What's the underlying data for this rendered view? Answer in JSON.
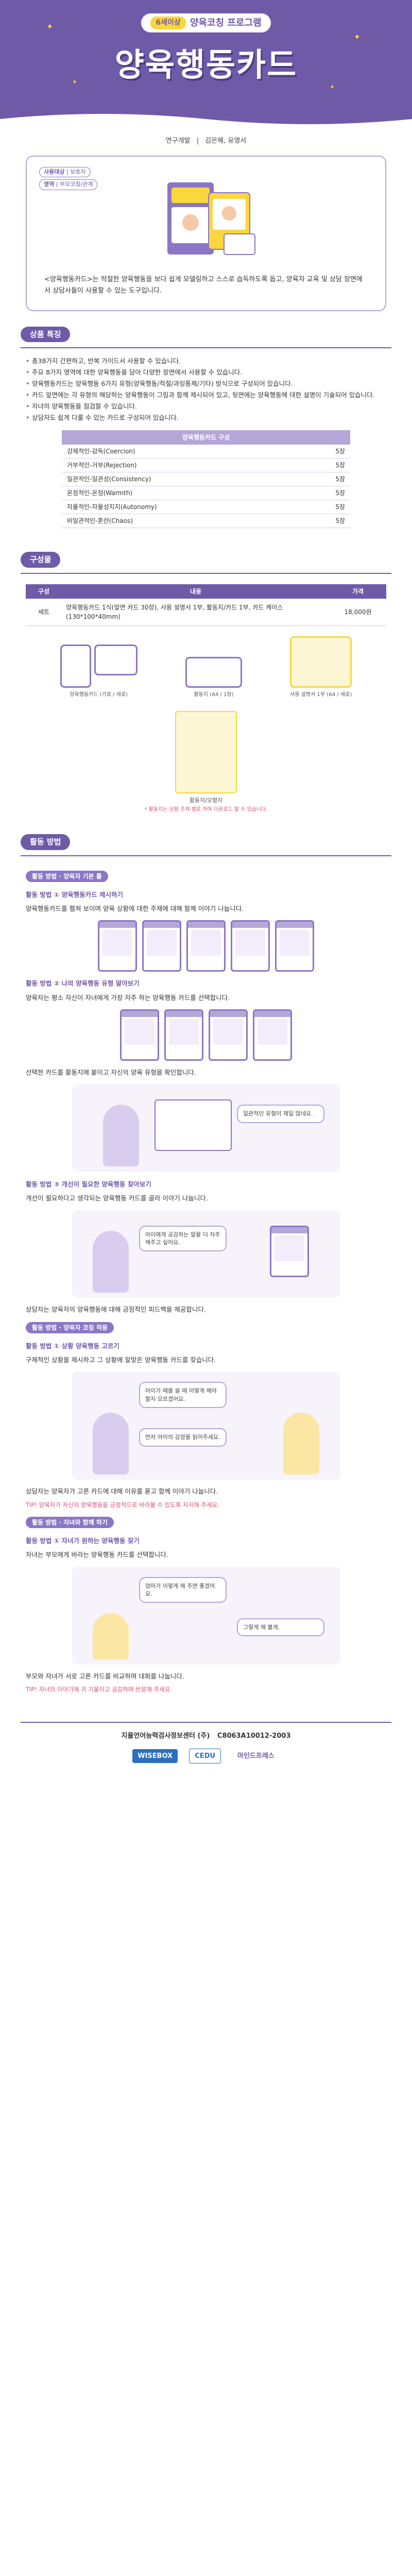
{
  "hero": {
    "age_badge": "6세이상",
    "subtitle": "양육코칭 프로그램",
    "title": "양육행동카드"
  },
  "author": {
    "label": "연구개발",
    "sep": "|",
    "name": "김은혜, 유영서"
  },
  "intro": {
    "tag1_label": "사용대상",
    "tag1_value": "보호자",
    "tag2_label": "영역",
    "tag2_value": "부모코칭/관계",
    "text": "<양육행동카드>는 적절한 양육행동을 보다 쉽게 모델링하고 스스로 습득하도록 돕고, 양육자 교육 및 상담 장면에서 상담사들이 사용할 수 있는 도구입니다."
  },
  "features": {
    "header": "상품 특징",
    "items": [
      "총38가지 간편하고, 반복 가이드서 사용할 수 있습니다.",
      "주요 8가지 영역에 대한 양육행동을 담아 다양한 장면에서 사용할 수 있습니다.",
      "양육행동카드는 양육행동 6가지 유형(양육행동/적절/과잉통제/기타) 방식으로 구성되어 있습니다.",
      "카드 앞면에는 각 유형의 해당하는 양육행동이 그림과 함께 제시되어 있고, 뒷면에는 양육행동에 대한 설명이 기술되어 있습니다.",
      "자녀의 양육행동을 점검할 수 있습니다.",
      "상담자도 쉽게 다룰 수 있는 카드로 구성되어 있습니다."
    ],
    "table_header": "양육행동카드 구성",
    "table": [
      [
        "강제적인-감독(Coercion)",
        "5장"
      ],
      [
        "거부적인-거부(Rejection)",
        "5장"
      ],
      [
        "일관적인-일관성(Consistency)",
        "5장"
      ],
      [
        "온정적인-온정(Warmth)",
        "5장"
      ],
      [
        "자율적인-자율성지지(Autonomy)",
        "5장"
      ],
      [
        "비일관적인-혼란(Chaos)",
        "5장"
      ]
    ]
  },
  "composition": {
    "header": "구성물",
    "col1": "구성",
    "col2": "내용",
    "col3": "가격",
    "name": "세트",
    "content": "양육행동카드 1식(앞면 카드 30장), 사용 설명서 1부, 활동지/카드 1부, 카드 케이스(130*100*40mm)",
    "price": "18,000원",
    "item1": "양육행동카드 (가로 / 세로)",
    "item2": "활동지 (A4 / 1장)",
    "item3": "사용 설명서 1부 (A4 / 세로)",
    "center_title": "활동지/모형지",
    "center_note": "* 활동지는 상황 주제 별로 하여 다운로드 할 수 있습니다."
  },
  "usage": {
    "header": "활동 방법",
    "block1_tag": "활동 방법 · 양육자 기본 틀",
    "block1_steps": [
      "활동 방법 ① 양육행동카드 제시하기",
      "양육행동카드를 펼쳐 보이며 양육 상황에 대한 주제에 대해 함께 이야기 나눕니다.",
      "활동 방법 ② 나의 양육행동 유형 알아보기",
      "양육자는 평소 자신이 자녀에게 가장 자주 하는 양육행동 카드를 선택합니다.",
      "선택한 카드를 활동지에 붙이고 자신의 양육 유형을 확인합니다."
    ],
    "bubble1": "일관적인 유형이 제일 많네요.",
    "block2_steps": [
      "활동 방법 ③ 개선이 필요한 양육행동 찾아보기",
      "개선이 필요하다고 생각되는 양육행동 카드를 골라 이야기 나눕니다.",
      "상담자는 양육자의 양육행동에 대해 긍정적인 피드백을 제공합니다."
    ],
    "bubble2": "아이에게 공감하는 말을 더 자주 해주고 싶어요.",
    "block3_tag": "활동 방법 · 양육자 코칭 적용",
    "block3_steps": [
      "활동 방법 ① 상황 양육행동 고르기",
      "구체적인 상황을 제시하고 그 상황에 알맞은 양육행동 카드를 찾습니다.",
      "상담자는 양육자가 고른 카드에 대해 이유를 묻고 함께 이야기 나눕니다."
    ],
    "bubble3": "아이가 떼를 쓸 때 어떻게 해야 할지 모르겠어요.",
    "bubble4": "먼저 아이의 감정을 읽어주세요.",
    "tip1": "TIP! 양육자가 자신의 양육행동을 긍정적으로 바라볼 수 있도록 지지해 주세요.",
    "block4_tag": "활동 방법 · 자녀와 함께 하기",
    "block4_steps": [
      "활동 방법 ① 자녀가 원하는 양육행동 찾기",
      "자녀는 부모에게 바라는 양육행동 카드를 선택합니다.",
      "부모와 자녀가 서로 고른 카드를 비교하며 대화를 나눕니다."
    ],
    "bubble5": "엄마가 이렇게 해 주면 좋겠어요.",
    "bubble6": "그렇게 해 볼게.",
    "tip2": "TIP! 자녀의 이야기에 귀 기울이고 공감하며 반응해 주세요."
  },
  "footer": {
    "cert": "지율언어능력검사정보센터 (주)",
    "phone": "C8063A10012-2003",
    "logo1": "WISEBOX",
    "logo2": "CEDU",
    "logo3": "마인드프레스"
  }
}
